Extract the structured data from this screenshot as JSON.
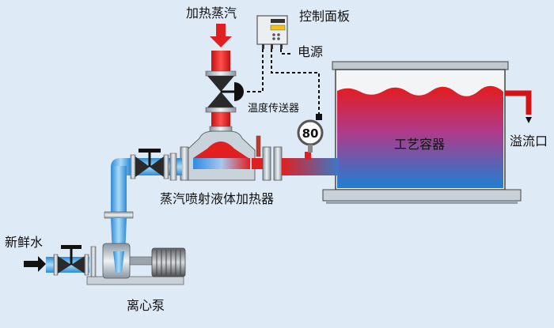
{
  "labels": {
    "steam_heating": "加热蒸汽",
    "control_panel": "控制面板",
    "power_supply": "电源",
    "temp_transmitter": "温度传送器",
    "gauge_value": "80",
    "process_vessel": "工艺容器",
    "overflow": "溢流口",
    "heater": "蒸汽喷射液体加热器",
    "fresh_water": "新鲜水",
    "pump": "离心泵"
  },
  "colors": {
    "background": "#dfeaf7",
    "steam": "#e02020",
    "water": "#3b9bd8",
    "flange": "#c9d3dc",
    "signal_line": "#111111"
  }
}
